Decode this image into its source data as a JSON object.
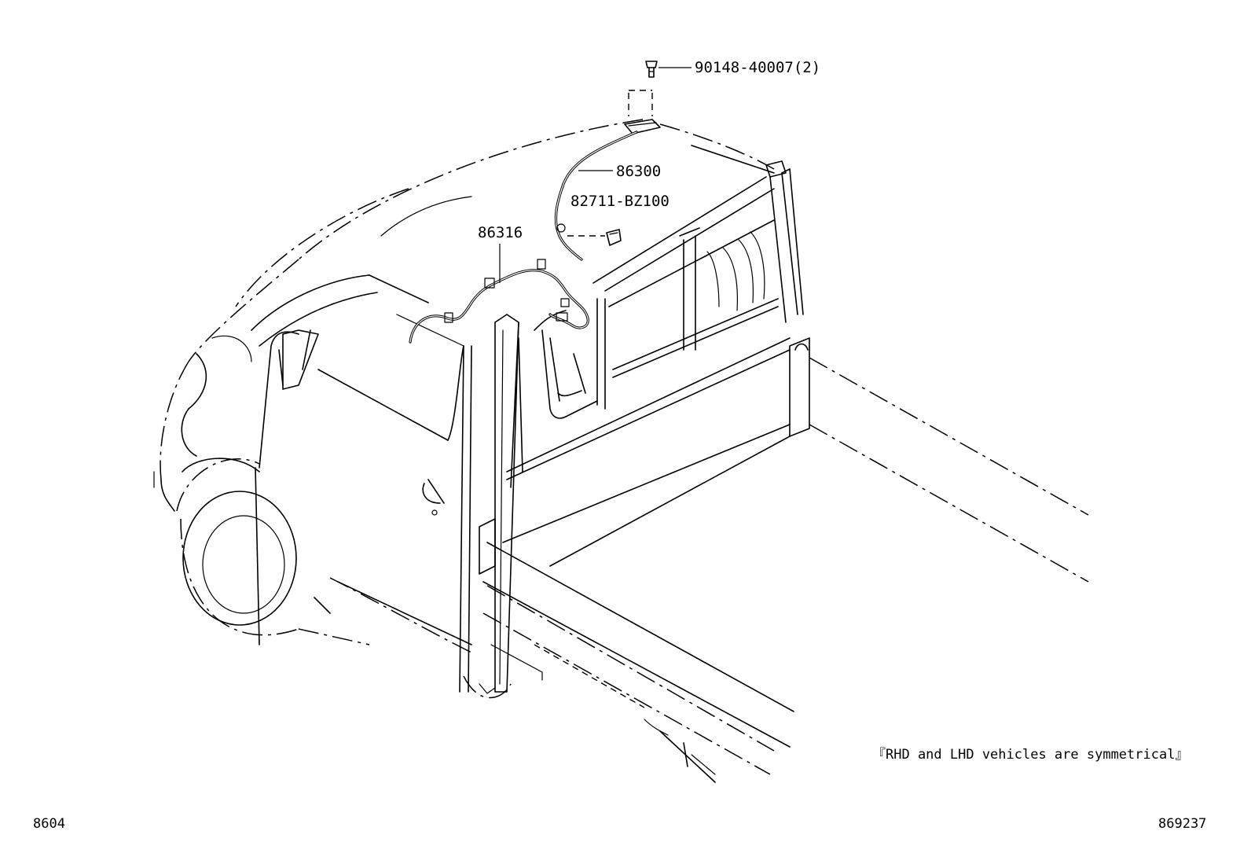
{
  "diagram": {
    "callouts": {
      "bolt": "90148-40007(2)",
      "antenna_assy": "86300",
      "clamp": "82711-BZ100",
      "cord": "86316"
    },
    "note": "『RHD and LHD vehicles are symmetrical』",
    "page_code": "8604",
    "figure_number": "869237"
  }
}
